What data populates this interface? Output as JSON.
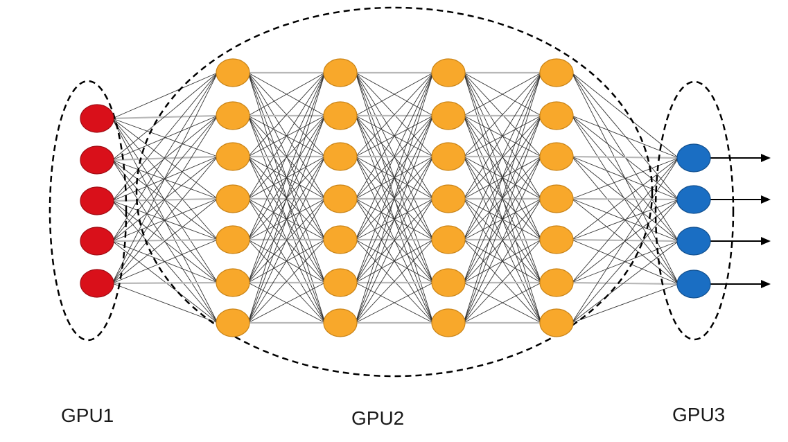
{
  "labels": {
    "gpu1": "GPU1",
    "gpu2": "GPU2",
    "gpu3": "GPU3"
  },
  "network": {
    "layers": [
      {
        "count": 5,
        "color": "#d9101a",
        "stroke": "#a00c14"
      },
      {
        "count": 7,
        "color": "#f8a82b",
        "stroke": "#c98418"
      },
      {
        "count": 7,
        "color": "#f8a82b",
        "stroke": "#c98418"
      },
      {
        "count": 7,
        "color": "#f8a82b",
        "stroke": "#c98418"
      },
      {
        "count": 7,
        "color": "#f8a82b",
        "stroke": "#c98418"
      },
      {
        "count": 4,
        "color": "#1a6ec3",
        "stroke": "#12508f"
      }
    ],
    "edge_color": "#333333",
    "partition_color": "#000000"
  }
}
